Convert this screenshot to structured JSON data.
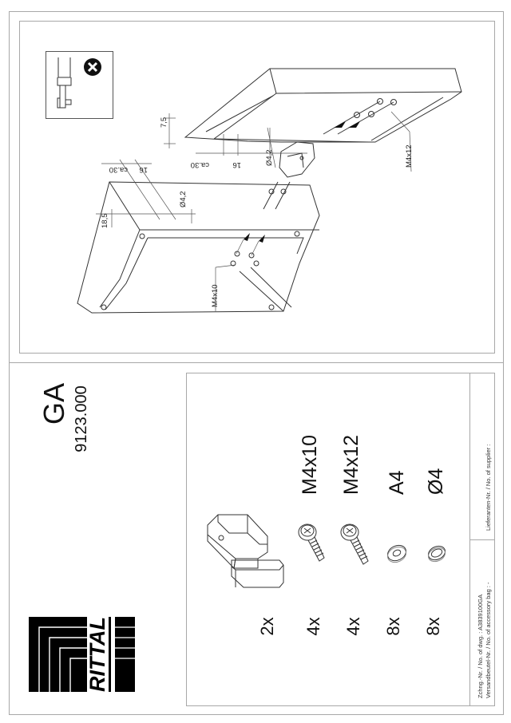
{
  "document": {
    "brand": "RITTAL",
    "title": "GA",
    "part_number": "9123.000",
    "orientation": "rotated -90deg (text reads bottom-to-top)"
  },
  "drawing": {
    "dimensions": {
      "top_lid": [
        "7,5",
        "ca.30",
        "16",
        "Ø4,2"
      ],
      "body": [
        "ca.30",
        "16",
        "Ø4,2",
        "18,5"
      ]
    },
    "callouts": {
      "screw_body": "M4x10",
      "screw_lid": "M4x12"
    },
    "warning_panel": {
      "icon": "x-circle-icon",
      "meaning": "do-not-use-tool"
    }
  },
  "parts_list": {
    "items": [
      {
        "qty": "2x",
        "spec": "",
        "icon": "hinge-icon"
      },
      {
        "qty": "4x",
        "spec": "M4x10",
        "icon": "screw-icon"
      },
      {
        "qty": "4x",
        "spec": "M4x12",
        "icon": "screw-icon"
      },
      {
        "qty": "8x",
        "spec": "A4",
        "icon": "washer-icon"
      },
      {
        "qty": "8x",
        "spec": "Ø4",
        "icon": "spring-washer-icon"
      }
    ]
  },
  "footer": {
    "drawing_no_label": "Zchng.-Nr. / No. of dwg. : A3839100GA",
    "bag_no_label": "Versandbeutel-Nr. / No. of accessory bag : -",
    "supplier_label": "Lieferanten-Nr. / No. of supplier :"
  },
  "colors": {
    "frame": "#a8a8a8",
    "ink": "#111111",
    "paper": "#ffffff"
  }
}
